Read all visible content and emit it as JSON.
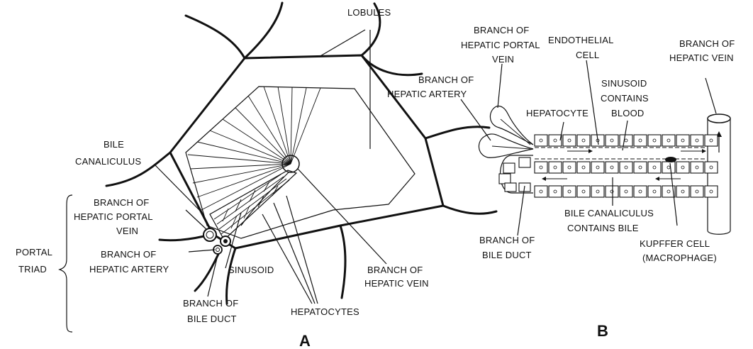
{
  "panel_a": {
    "letter": "A",
    "labels": {
      "lobules": "LOBULES",
      "bile_canaliculus": [
        "BILE",
        "CANALICULUS"
      ],
      "portal_vein": [
        "BRANCH OF",
        "HEPATIC PORTAL",
        "VEIN"
      ],
      "hepatic_artery": [
        "BRANCH OF",
        "HEPATIC ARTERY"
      ],
      "portal_triad": [
        "PORTAL",
        "TRIAD"
      ],
      "sinusoid": "SINUSOID",
      "bile_duct": [
        "BRANCH OF",
        "BILE DUCT"
      ],
      "hepatocytes": "HEPATOCYTES",
      "hepatic_vein": [
        "BRANCH OF",
        "HEPATIC VEIN"
      ]
    }
  },
  "panel_b": {
    "letter": "B",
    "labels": {
      "portal_vein": [
        "BRANCH OF",
        "HEPATIC PORTAL",
        "VEIN"
      ],
      "endothelial_cell": [
        "ENDOTHELIAL",
        "CELL"
      ],
      "hepatic_vein": [
        "BRANCH OF",
        "HEPATIC VEIN"
      ],
      "hepatic_artery": [
        "BRANCH OF",
        "HEPATIC ARTERY"
      ],
      "hepatocyte": "HEPATOCYTE",
      "sinusoid_blood": [
        "SINUSOID",
        "CONTAINS",
        "BLOOD"
      ],
      "bile_canaliculus": [
        "BILE CANALICULUS",
        "CONTAINS BILE"
      ],
      "bile_duct": [
        "BRANCH OF",
        "BILE DUCT"
      ],
      "kupffer": [
        "KUPFFER CELL",
        "(MACROPHAGE)"
      ]
    }
  }
}
